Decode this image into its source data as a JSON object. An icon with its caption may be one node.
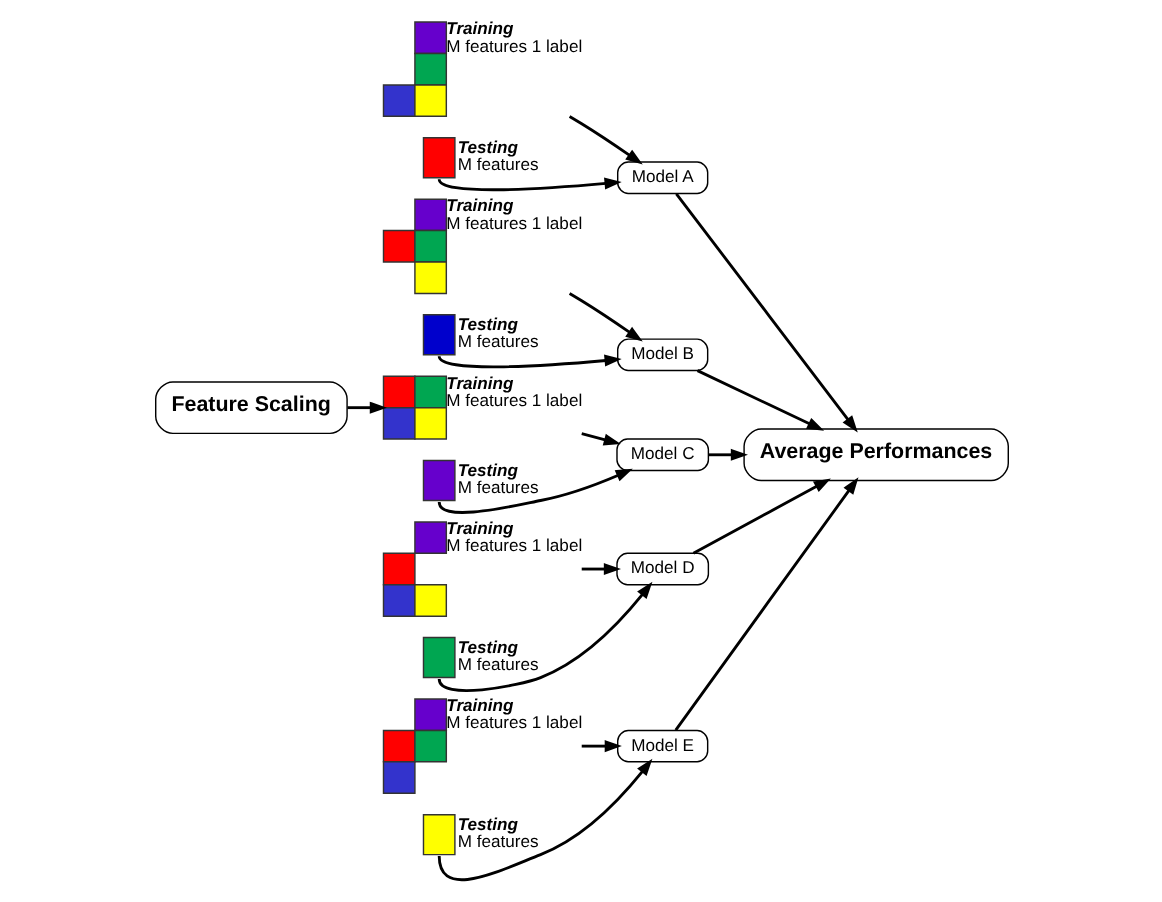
{
  "diagram": {
    "nodes": [
      {
        "text": [
          "Feature Scaling"
        ]
      },
      {
        "text": [],
        "shape": "picture",
        "beside": [
          "Training",
          "M features 1 label"
        ]
      },
      {
        "text": [],
        "shape": "box",
        "beside": [
          "Testing",
          "M features"
        ]
      },
      {
        "text": [
          "Model A"
        ]
      },
      {
        "text": [],
        "shape": "picture",
        "beside": [
          "Training",
          "M features 1 label"
        ]
      },
      {
        "text": [],
        "shape": "box",
        "beside": [
          "Testing",
          "M features"
        ]
      },
      {
        "text": [
          "Model B"
        ]
      },
      {
        "text": [],
        "shape": "picture",
        "beside": [
          "Training",
          "M features 1 label"
        ]
      },
      {
        "text": [],
        "shape": "box",
        "beside": [
          "Testing",
          "M features"
        ]
      },
      {
        "text": [
          "Model C"
        ]
      },
      {
        "text": [],
        "shape": "picture",
        "beside": [
          "Training",
          "M features 1 label"
        ]
      },
      {
        "text": [],
        "shape": "box",
        "beside": [
          "Testing",
          "M features"
        ]
      },
      {
        "text": [
          "Model D"
        ]
      },
      {
        "text": [],
        "shape": "picture",
        "beside": [
          "Training",
          "M features 1 label"
        ]
      },
      {
        "text": [],
        "shape": "box",
        "beside": [
          "Testing",
          "M features"
        ]
      },
      {
        "text": [
          "Model E"
        ]
      },
      {
        "text": [
          "Average Performances"
        ]
      }
    ],
    "edges": [
      {
        "from": 0,
        "to": 7,
        "arrow": "to"
      },
      {
        "from": 1,
        "to": 3,
        "arrow": "to"
      },
      {
        "from": 2,
        "to": 3,
        "arrow": "to"
      },
      {
        "from": 4,
        "to": 6,
        "arrow": "to"
      },
      {
        "from": 5,
        "to": 6,
        "arrow": "to"
      },
      {
        "from": 7,
        "to": 9,
        "arrow": "to"
      },
      {
        "from": 8,
        "to": 9,
        "arrow": "to"
      },
      {
        "from": 10,
        "to": 12,
        "arrow": "to"
      },
      {
        "from": 11,
        "to": 12,
        "arrow": "to"
      },
      {
        "from": 13,
        "to": 15,
        "arrow": "to"
      },
      {
        "from": 14,
        "to": 15,
        "arrow": "to"
      },
      {
        "from": 3,
        "to": 16,
        "arrow": "to"
      },
      {
        "from": 6,
        "to": 16,
        "arrow": "to"
      },
      {
        "from": 9,
        "to": 16,
        "arrow": "to"
      },
      {
        "from": 12,
        "to": 16,
        "arrow": "to"
      },
      {
        "from": 15,
        "to": 16,
        "arrow": "to"
      }
    ]
  }
}
